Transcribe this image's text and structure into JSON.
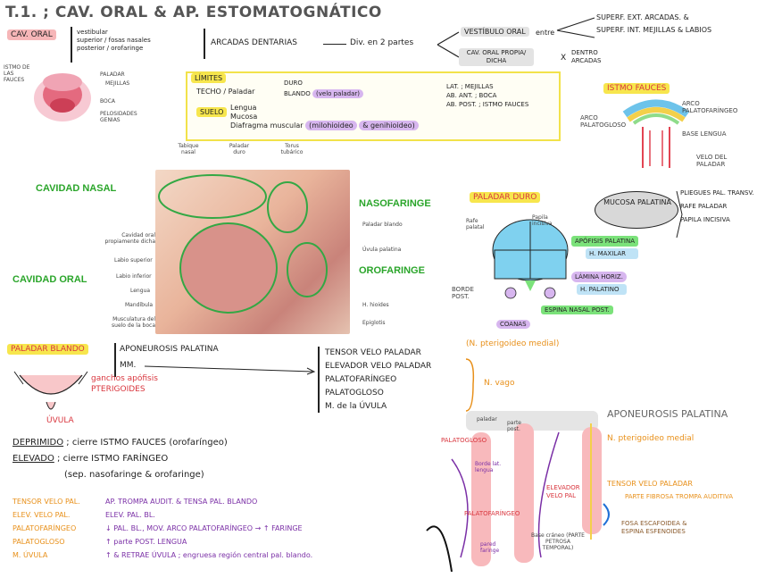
{
  "title": "T.1. ; CAV. ORAL & AP. ESTOMATOGNÁTICO",
  "cav_oral": {
    "label": "CAV. ORAL",
    "vestibulo": "vestibular",
    "superior": "superior / fosas nasales",
    "posterior": "posterior / orofaringe",
    "arcadas": "ARCADAS DENTARIAS",
    "division": "Div. en 2 partes",
    "vestibulo_oral": "VESTÍBULO ORAL",
    "entre": "entre",
    "superf_ext": "SUPERF. EXT. ARCADAS. &",
    "superf_int": "SUPERF. INT. MEJILLAS & LABIOS",
    "cav_oral_propia": "CAV. ORAL PROPIA/ DICHA",
    "dentro_arcadas": "DENTRO ARCADAS",
    "x": "X"
  },
  "face_labels": {
    "istmo_fauces": "ISTMO DE LAS FAUCES",
    "paladar": "PALADAR",
    "mejillas": "MEJILLAS",
    "boca": "BOCA",
    "pelo": "PELOSIDADES GENIAS"
  },
  "limites": {
    "label": "LÍMITES",
    "techo": "TECHO",
    "paladar": "Paladar",
    "duro": "DURO",
    "blando": "BLANDO",
    "velo": "(velo paladar)",
    "suelo": "SUELO",
    "lengua": "Lengua",
    "mucosa": "Mucosa",
    "diafragma": "Diafragma muscular",
    "milohioideo": "(milohioideo",
    "genihioideo": "& genihioideo)",
    "lat": "LAT. ; MEJILLAS",
    "ab_ant": "AB. ANT. ; BOCA",
    "ab_post": "AB. POST. ; ISTMO FAUCES"
  },
  "istmo_fauces": {
    "title": "ISTMO FAUCES",
    "arco_palatogloso": "ARCO PALATOGLOSO",
    "arco_palatofaringeo": "ARCO PALATOFARÍNGEO",
    "base_lengua": "BASE LENGUA",
    "velo_paladar": "VELO DEL PALADAR"
  },
  "anatomy": {
    "cavidad_nasal": "CAVIDAD NASAL",
    "cavidad_oral": "CAVIDAD ORAL",
    "nasofaringe": "NASOFARINGE",
    "orofaringe": "OROFARINGE",
    "tabique": "Tabique nasal",
    "paladar_duro": "Paladar duro",
    "torus": "Torus tubárico",
    "paladar_blando": "Paladar blando",
    "uvula": "Úvula palatina",
    "hioides": "H. hioides",
    "epiglotis": "Epiglotis",
    "cav_oral_dicha": "Cavidad oral propiamente dicha",
    "labio_sup": "Labio superior",
    "labio_inf": "Labio inferior",
    "lengua": "Lengua",
    "mandibula": "Mandíbula",
    "musculatura": "Musculatura del suelo de la boca"
  },
  "paladar_duro": {
    "title": "PALADAR DURO",
    "mucosa": "MUCOSA PALATINA",
    "pliegues": "PLIEGUES PAL. TRANSV.",
    "rafe": "RAFE PALADAR",
    "papila": "PAPILA INCISIVA",
    "rafe_pal": "Rafe palatal",
    "papila_inc": "Papila incisiva",
    "apofisis": "APÓFISIS PALATINA",
    "maxilar": "H. MAXILAR",
    "lamina": "LÁMINA HORIZ.",
    "palatino": "H. PALATINO",
    "borde": "BORDE POST.",
    "espina": "ESPINA NASAL POST.",
    "coanas": "COANAS"
  },
  "paladar_blando": {
    "title": "PALADAR BLANDO",
    "aponeurosis": "APONEUROSIS PALATINA",
    "mm": "MM.",
    "muscles": [
      "TENSOR VELO PALADAR",
      "ELEVADOR VELO PALADAR",
      "PALATOFARÍNGEO",
      "PALATOGLOSO",
      "M. de la ÚVULA"
    ],
    "n_pterigoideo": "(N. pterigoideo medial)",
    "n_vago": "N. vago",
    "ganchos": "ganchos apófisis PTERIGOIDES",
    "uvula": "ÚVULA",
    "deprimido": "DEPRIMIDO",
    "deprimido_text": "; cierre ISTMO FAUCES (orofaríngeo)",
    "elevado": "ELEVADO",
    "elevado_text": "; cierre ISTMO FARÍNGEO",
    "elevado_sub": "(sep. nasofaringe & orofaringe)"
  },
  "functions": [
    {
      "name": "TENSOR VELO PAL.",
      "desc": "AP. TROMPA AUDIT. & TENSA PAL. BLANDO"
    },
    {
      "name": "ELEV. VELO PAL.",
      "desc": "ELEV. PAL. BL."
    },
    {
      "name": "PALATOFARÍNGEO",
      "desc": "↓ PAL. BL., MOV. ARCO PALATOFARÍNGEO → ↑ FARINGE"
    },
    {
      "name": "PALATOGLOSO",
      "desc": "↑ parte POST. LENGUA"
    },
    {
      "name": "M. ÚVULA",
      "desc": "↑ & RETRAE ÚVULA ; engruesa región central pal. blando."
    }
  ],
  "bottom_diagram": {
    "aponeurosis": "APONEUROSIS PALATINA",
    "n_pterigoideo": "N. pterigoideo medial",
    "tensor": "TENSOR VELO PALADAR",
    "parte_fibrosa": "PARTE FIBROSA TROMPA AUDITIVA",
    "fosa": "FOSA ESCAFOIDEA & ESPINA ESFENOIDES",
    "palatogloso": "PALATOGLOSO",
    "palatofaringeo": "PALATOFARÍNGEO",
    "elevador": "ELEVADOR VELO PAL",
    "borde_lat": "Borde lat. lengua",
    "pared": "pared faringe",
    "base_craneo": "Base cráneo (PARTE PETROSA TEMPORAL)",
    "paladar_label": "paladar",
    "parte_post": "parte post."
  },
  "colors": {
    "pink": "#f6b6b8",
    "yellow": "#f7e64d",
    "green": "#7be27a",
    "purple": "#d7b6ef",
    "blue": "#bfe3f6",
    "orange": "#e8901a"
  }
}
